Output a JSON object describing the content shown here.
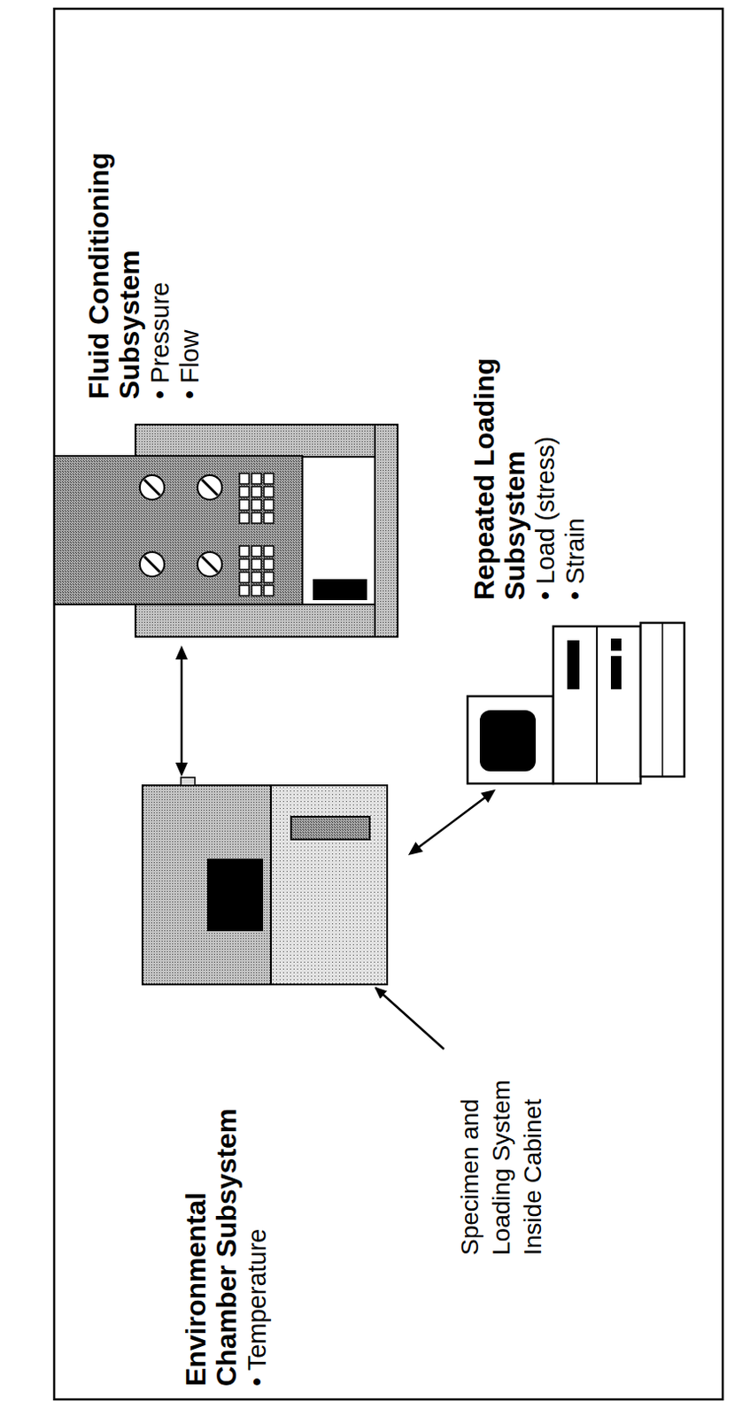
{
  "diagram": {
    "nodes": [
      {
        "text": [
          "Environmental Chamber Subsystem",
          "• Temperature"
        ]
      },
      {
        "text": [
          "Fluid Conditioning Subsystem",
          "• Pressure",
          "• Flow"
        ]
      },
      {
        "text": [
          "Repeated Loading Subsystem",
          "• Load (stress)",
          "• Strain"
        ]
      }
    ],
    "edges": [
      {
        "from": 0,
        "to": 1,
        "arrow": "both"
      },
      {
        "from": 0,
        "to": 2,
        "arrow": "both"
      }
    ],
    "labels": [
      "Specimen and Loading System Inside Cabinet"
    ]
  }
}
